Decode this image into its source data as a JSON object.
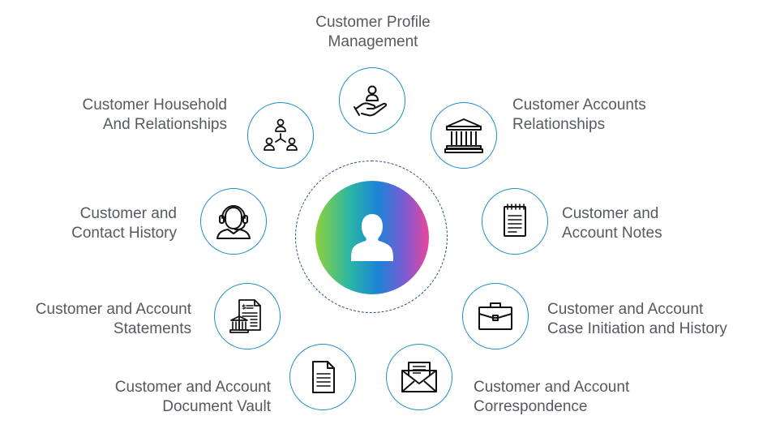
{
  "nodes": [
    {
      "id": "profile",
      "lines": [
        "Customer Profile",
        "Management"
      ],
      "icon": "hand-with-user-icon"
    },
    {
      "id": "accounts",
      "lines": [
        "Customer Accounts",
        "Relationships"
      ],
      "icon": "bank-building-icon"
    },
    {
      "id": "notes",
      "lines": [
        "Customer and",
        "Account Notes"
      ],
      "icon": "notepad-icon"
    },
    {
      "id": "case",
      "lines": [
        "Customer and Account",
        "Case Initiation and History"
      ],
      "icon": "briefcase-icon"
    },
    {
      "id": "correspondence",
      "lines": [
        "Customer and Account",
        "Correspondence"
      ],
      "icon": "envelope-icon"
    },
    {
      "id": "vault",
      "lines": [
        "Customer and Account",
        "Document Vault"
      ],
      "icon": "document-icon"
    },
    {
      "id": "statements",
      "lines": [
        "Customer and Account",
        "Statements"
      ],
      "icon": "statement-bank-icon"
    },
    {
      "id": "contact",
      "lines": [
        "Customer and",
        "Contact History"
      ],
      "icon": "headset-agent-icon"
    },
    {
      "id": "household",
      "lines": [
        "Customer Household",
        "And Relationships"
      ],
      "icon": "user-network-icon"
    }
  ],
  "hub": {
    "icon": "customer-silhouette-icon"
  }
}
